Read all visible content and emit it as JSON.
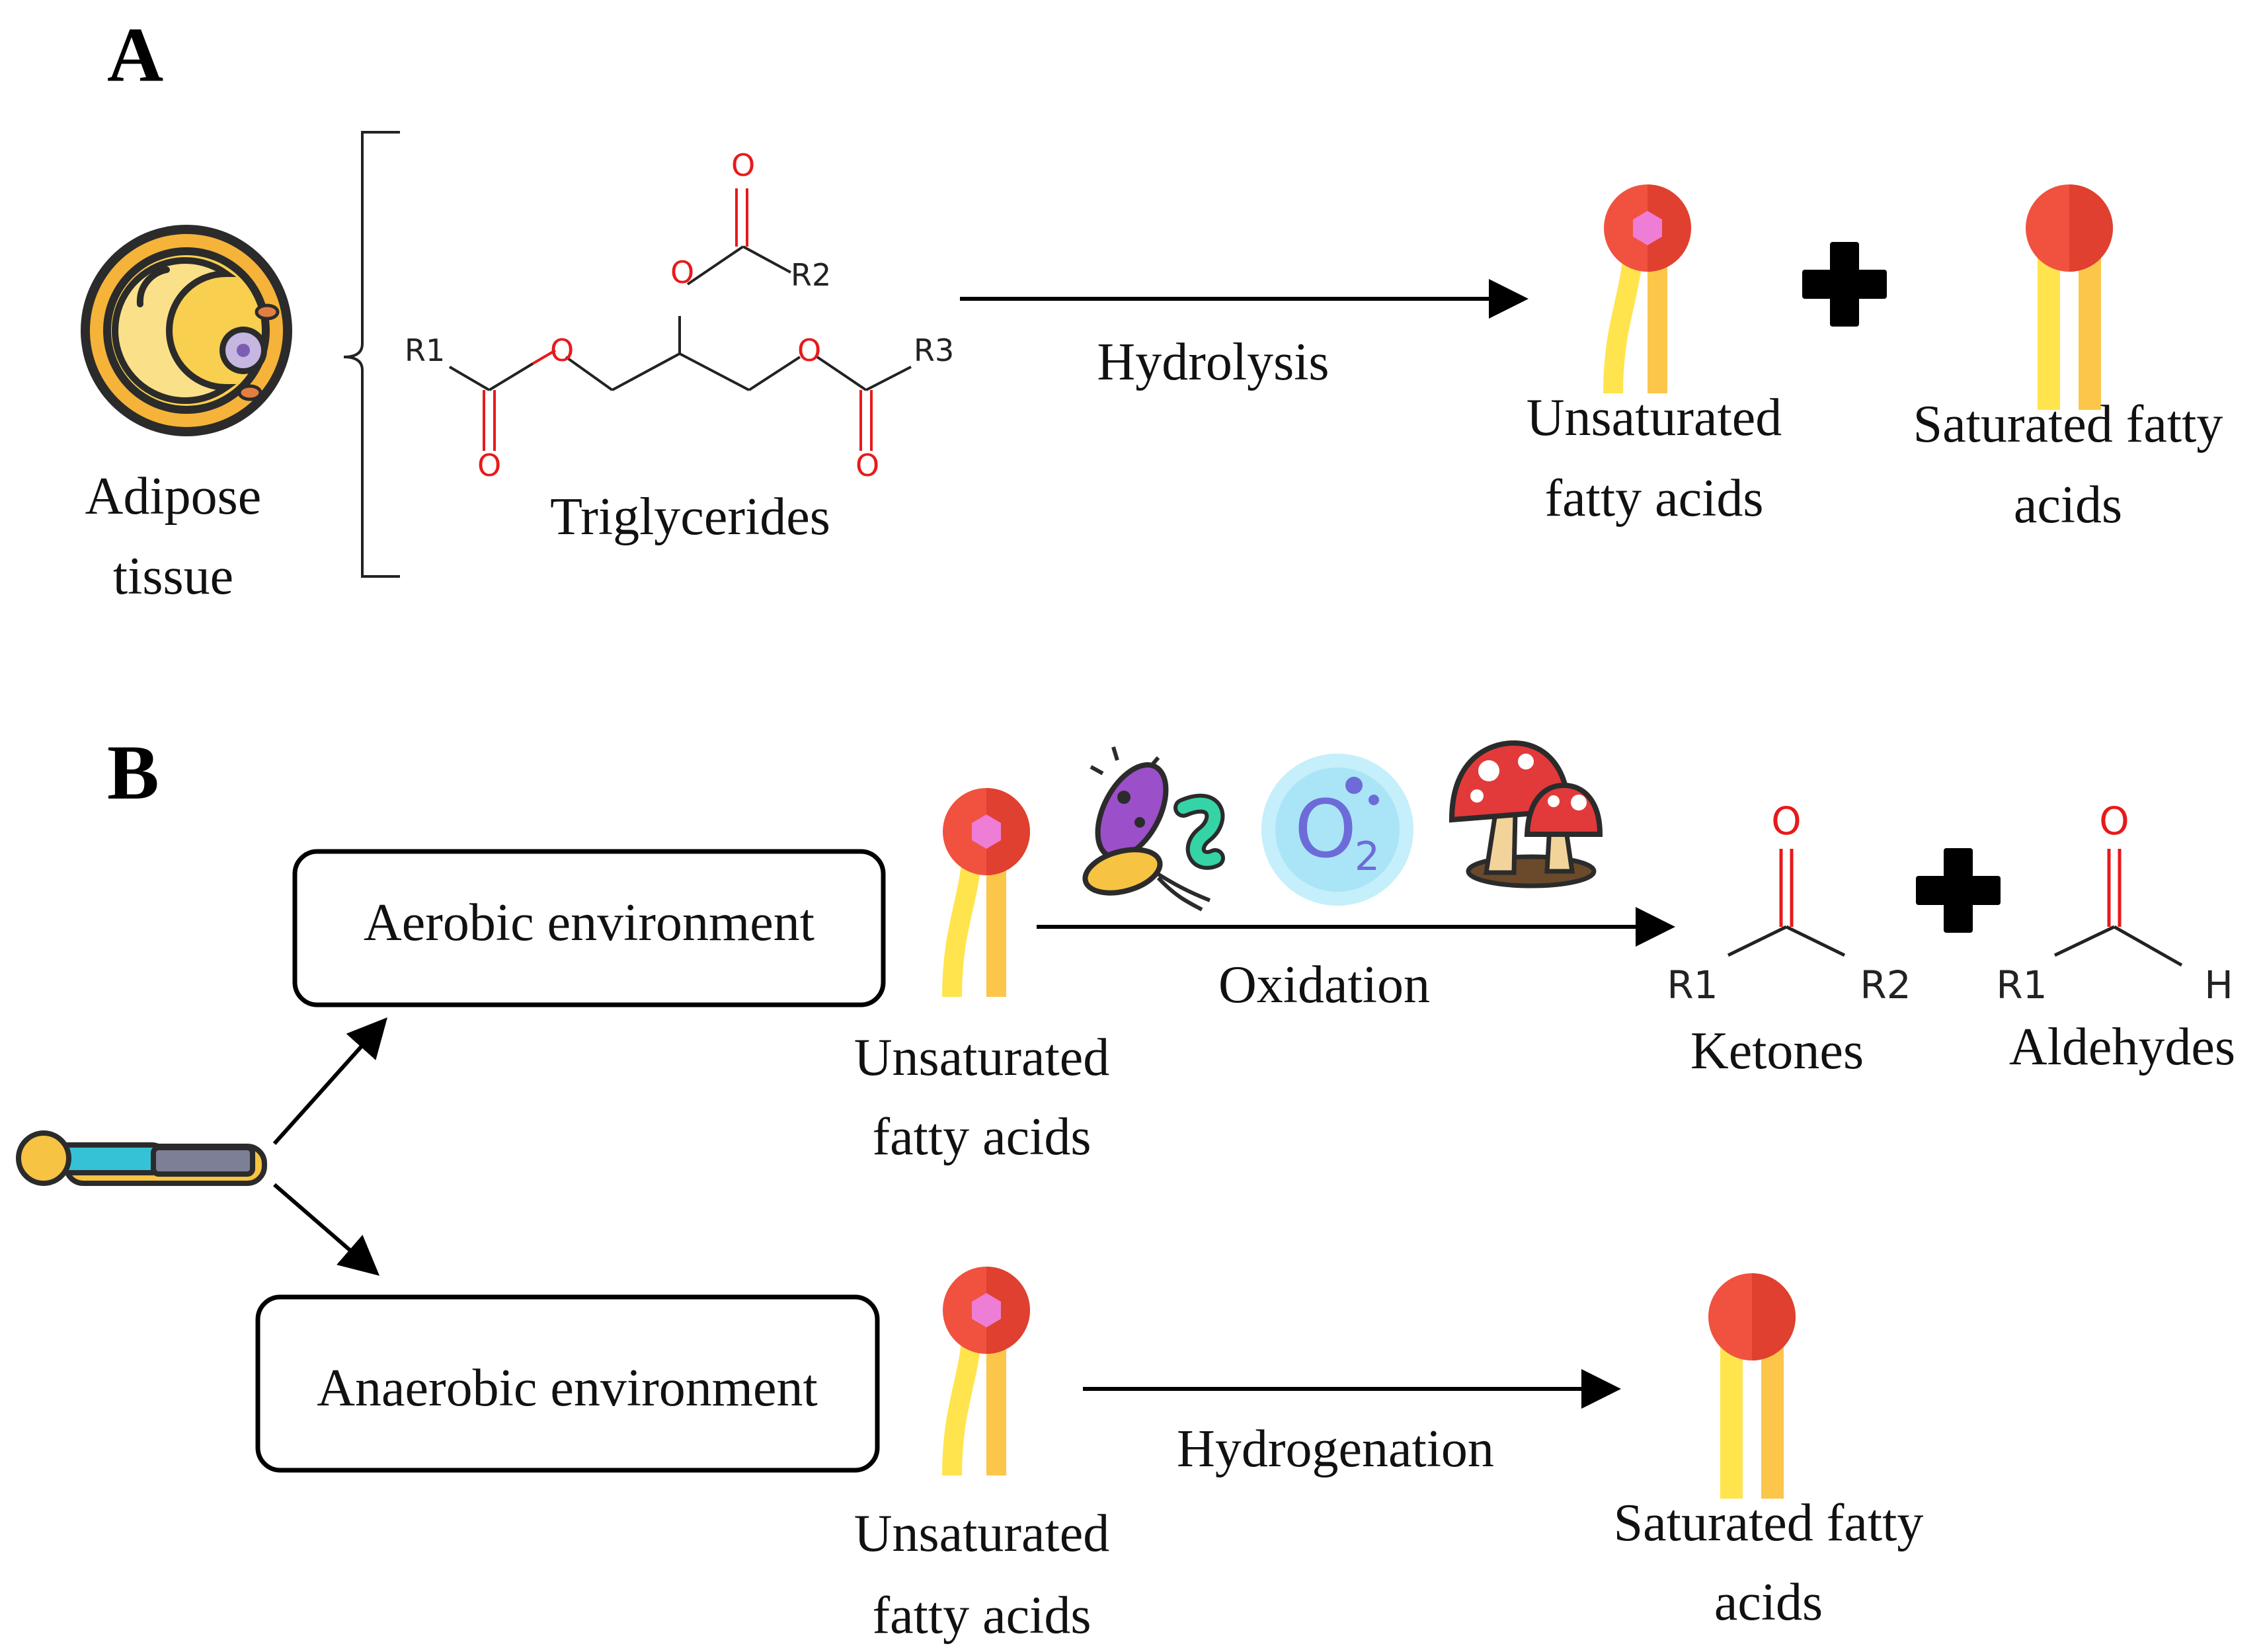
{
  "panels": {
    "a": "A",
    "b": "B"
  },
  "panel_a": {
    "adipose_label": [
      "Adipose",
      "tissue"
    ],
    "triglycerides_label": "Triglycerides",
    "structure_atoms": {
      "r1": "R1",
      "r2": "R2",
      "r3": "R3",
      "oxygen": "O"
    },
    "reaction_label": "Hydrolysis",
    "product_unsaturated": [
      "Unsaturated",
      "fatty acids"
    ],
    "product_saturated": [
      "Saturated fatty",
      "acids"
    ]
  },
  "panel_b": {
    "aerobic_box": "Aerobic environment",
    "anaerobic_box": "Anaerobic environment",
    "aerobic_substrate": [
      "Unsaturated",
      "fatty acids"
    ],
    "oxidation_label": "Oxidation",
    "oxygen_badge": {
      "letter": "O",
      "subscript": "2"
    },
    "ketone_atoms": {
      "o": "O",
      "r1": "R1",
      "r2": "R2"
    },
    "ketones_label": "Ketones",
    "aldehyde_atoms": {
      "o": "O",
      "r1": "R1",
      "h": "H"
    },
    "aldehydes_label": "Aldehydes",
    "anaerobic_substrate": [
      "Unsaturated",
      "fatty acids"
    ],
    "hydrogenation_label": "Hydrogenation",
    "anaerobic_product": [
      "Saturated fatty",
      "acids"
    ]
  },
  "icons": [
    "adipose-cell-icon",
    "unsaturated-fatty-acid-icon",
    "saturated-fatty-acid-icon",
    "plus-icon",
    "bacteria-icon",
    "oxygen-icon",
    "mushroom-icon",
    "lying-person-icon"
  ],
  "colors": {
    "head_red": "#f0523f",
    "head_dark": "#e0402f",
    "tail_yellow": "#ffe44d",
    "tail_orange": "#fbc64a",
    "oxygen_red": "#e8191b",
    "cell_yellow": "#f9cf4f"
  }
}
